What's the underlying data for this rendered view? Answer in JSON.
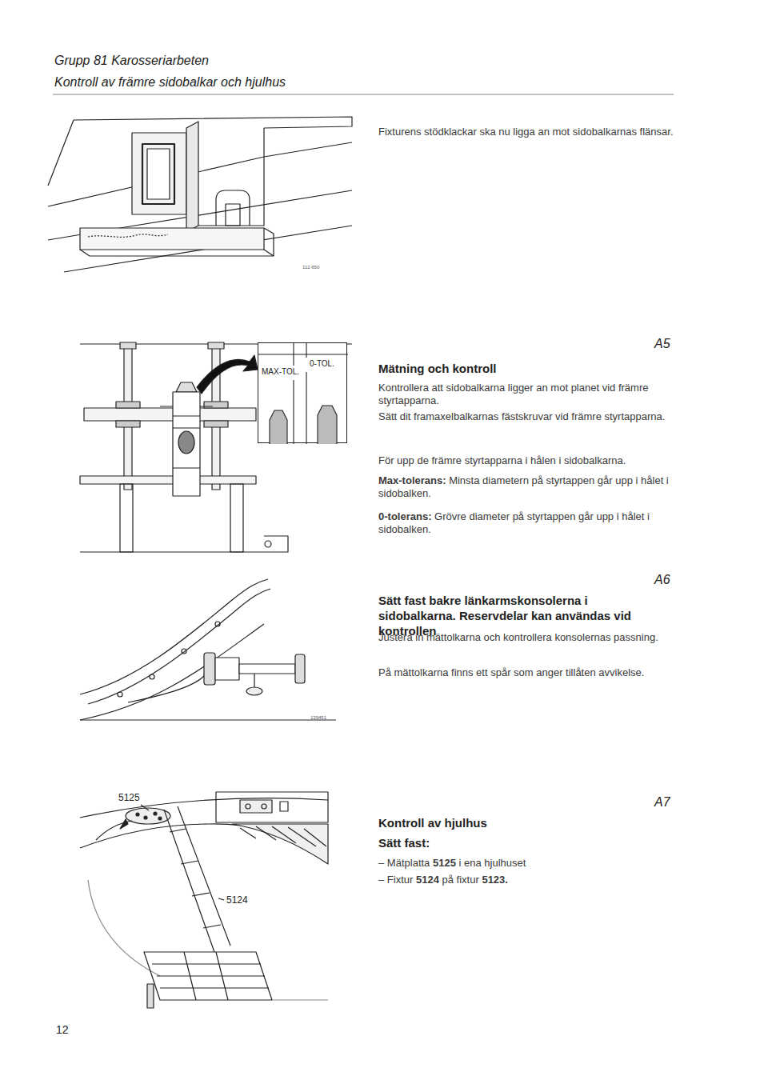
{
  "diagram": {
    "title": "Kontroll av främre sidobalkar och hjulhus",
    "nodes": [
      {
        "text": [
          "MAX-TOL.",
          "0-TOL."
        ]
      }
    ],
    "labels": [
      "Grupp 81 Karosseriarbeten",
      "Fixturens stödklackar ska nu ligga an mot sidobalkarnas flänsar.",
      "112 650",
      "A5",
      "Mätning och kontroll",
      "Kontrollera att sidobalkarna ligger an mot planet vid främre styrtapparna.",
      "Sätt dit framaxelbalkarnas fästskruvar vid främre styrtapparna.",
      "För upp de främre styrtapparna i hålen i sidobalkarna.",
      "Max-tolerans:",
      "Minsta diametern på styrtappen går upp i hålet i sidobalken.",
      "0-tolerans:",
      "Grövre diameter på styrtappen går upp i hålet i sidobalken.",
      "A6",
      "Sätt fast bakre länkarmskonsolerna i sidobalkarna.",
      "Reservdelar kan användas vid kontrollen",
      "Justera in mättolkarna och kontrollera konsolernas passning.",
      "På mättolkarna finns ett spår som anger tillåten avvikelse.",
      "139451",
      "A7",
      "Kontroll av hjulhus",
      "Sätt fast:",
      "–",
      "Mätplatta",
      "5125",
      "i ena hjulhuset",
      "–",
      "Fixtur",
      "5124",
      "på fixtur",
      "5123.",
      "5125",
      "5124",
      "12"
    ]
  }
}
